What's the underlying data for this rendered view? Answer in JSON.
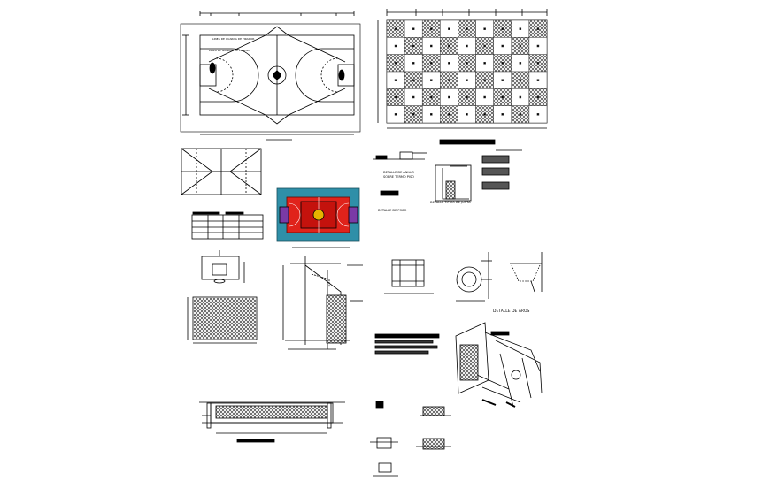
{
  "drawing": {
    "background": "#ffffff",
    "line_color": "#000000",
    "court_colors": {
      "outer": "#2f8fa8",
      "inner": "#e0231b",
      "center": "#c4120d",
      "key": "#7a3aa6"
    }
  },
  "labels": {
    "court_title_1": "LINEA DE GUARDA DE TIRADOR",
    "court_title_2": "LINEA DE GUARDA DE PONDIA",
    "detalle_anillo": "DETALLE DE ANILLO",
    "detalle_sobre": "SOBRE TERMO PISO",
    "detalle_pozo": "DETALLE DE POZO",
    "detalle_tipico": "DETALLE TIPICO DE JUNTA",
    "detalle_aros": "DETALLE DE AROS"
  }
}
